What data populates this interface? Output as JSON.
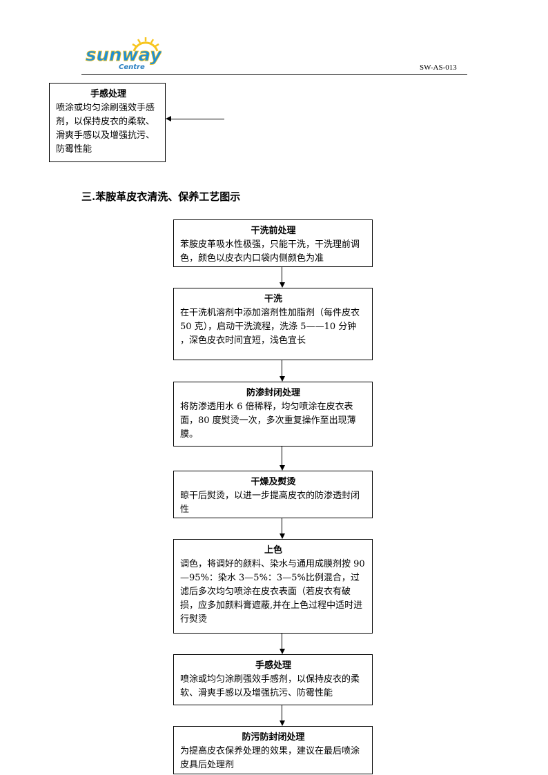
{
  "header": {
    "logo_text": "sunway",
    "logo_subtext": "Centre",
    "doc_code": "SW-AS-013"
  },
  "top_box": {
    "title": "手感处理",
    "body": "喷涂或均匀涂刷强效手感剂，以保持皮衣的柔软、滑爽手感以及增强抗污、防霉性能"
  },
  "section_heading": "三.苯胺革皮衣清洗、保养工艺图示",
  "steps": [
    {
      "title": "干洗前处理",
      "body": "苯胺皮革吸水性极强，只能干洗，干洗理前调色，颜色以皮衣内口袋内侧颜色为准"
    },
    {
      "title": "干洗",
      "body": "在干洗机溶剂中添加溶剂性加脂剂（每件皮衣 50 克），启动干洗流程，洗涤 5——10 分钟 ，深色皮衣时间宜短，浅色宜长"
    },
    {
      "title": "防渗封闭处理",
      "body": "将防渗透用水 6 倍稀释，均匀喷涂在皮衣表面，80 度熨烫一次，多次重复操作至出现薄膜。"
    },
    {
      "title": "干燥及熨烫",
      "body": "晾干后熨烫，以进一步提高皮衣的防渗透封闭性"
    },
    {
      "title": "上色",
      "body": "调色，将调好的颜料、染水与通用成膜剂按 90—95%：染水 3—5%：3—5%比例混合，过滤后多次均匀喷涂在皮衣表面（若皮衣有破损，应多加颜料膏遮蔽,并在上色过程中适时进行熨烫"
    },
    {
      "title": "手感处理",
      "body": "喷涂或均匀涂刷强效手感剂，以保持皮衣的柔软、滑爽手感以及增强抗污、防霉性能"
    },
    {
      "title": "防污防封闭处理",
      "body": "为提高皮衣保养处理的效果，建议在最后喷涂皮具后处理剂"
    }
  ],
  "colors": {
    "logo_blue": "#1f8fd6",
    "logo_yellow": "#f7c51e",
    "logo_sub": "#2a7fc1"
  }
}
